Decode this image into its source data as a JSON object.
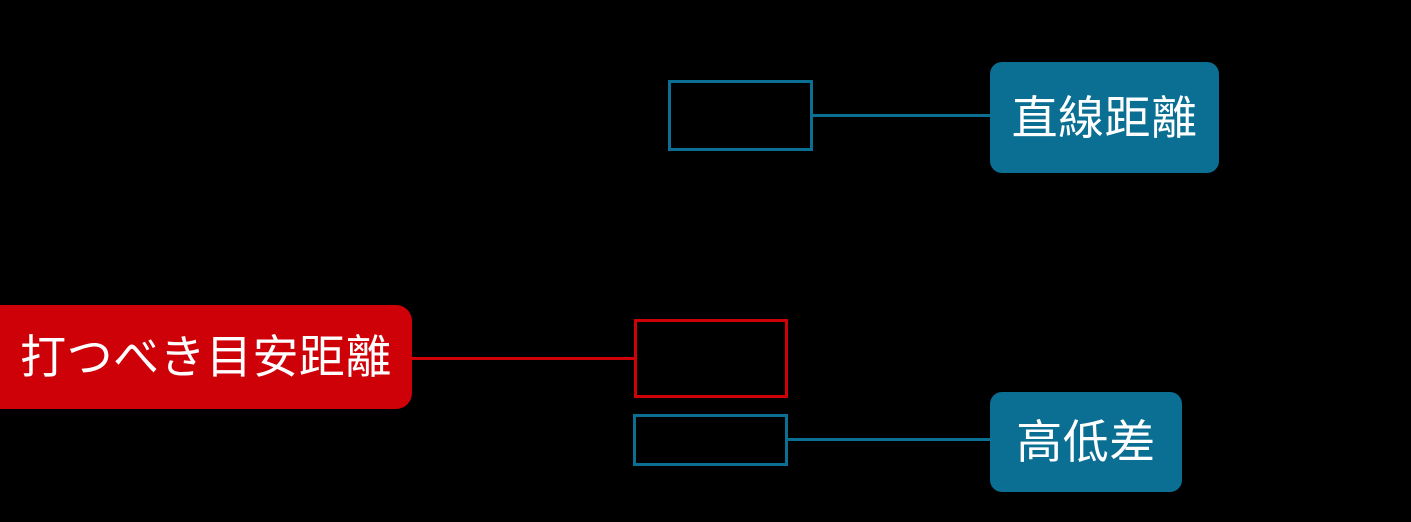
{
  "diagram": {
    "type": "mind-map",
    "background_color": "#000000",
    "palette": {
      "teal": "#0A6F93",
      "red": "#CE0008",
      "text": "#FFFFFF"
    },
    "root": {
      "label": "打つべき目安距離",
      "style": "filled-rounded",
      "color": "#CE0008"
    },
    "branches": [
      {
        "id": "branch-straight-distance",
        "color": "#0A6F93",
        "placeholder_label": "",
        "leaf_label": "直線距離"
      },
      {
        "id": "branch-middle",
        "color": "#CE0008",
        "placeholder_label": "",
        "leaf_label": ""
      },
      {
        "id": "branch-elevation-difference",
        "color": "#0A6F93",
        "placeholder_label": "",
        "leaf_label": "高低差"
      }
    ]
  }
}
